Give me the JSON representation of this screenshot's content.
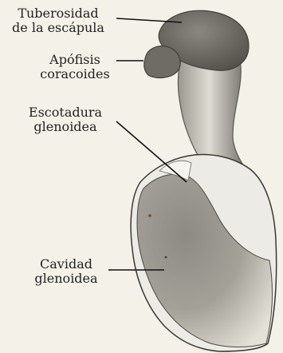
{
  "labels": {
    "tuberosidad": {
      "line1": "Tuberosidad",
      "line2": "de la escápula"
    },
    "apofisis": {
      "line1": "Apófisis",
      "line2": "coracoides"
    },
    "escotadura": {
      "line1": "Escotadura",
      "line2": "glenoidea"
    },
    "cavidad": {
      "line1": "Cavidad",
      "line2": "glenoidea"
    }
  },
  "colors": {
    "background": "#f4f1e8",
    "ink": "#222222",
    "bone_light": "#e8e6df",
    "bone_mid": "#b9b5ab",
    "bone_dark": "#6d6a63"
  }
}
